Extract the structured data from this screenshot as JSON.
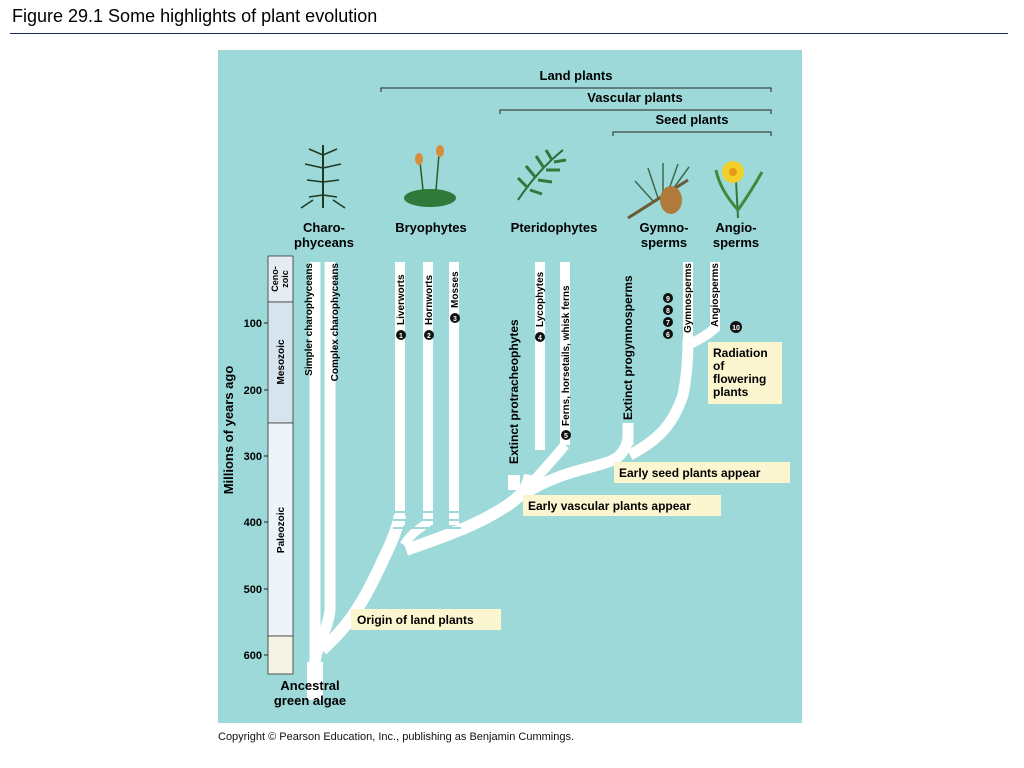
{
  "figure": {
    "title": "Figure 29.1  Some highlights of plant evolution",
    "copyright": "Copyright © Pearson Education, Inc., publishing as Benjamin Cummings."
  },
  "brackets": {
    "land": "Land plants",
    "vascular": "Vascular plants",
    "seed": "Seed plants"
  },
  "groups": [
    {
      "line1": "Charo-",
      "line2": "phyceans"
    },
    {
      "line1": "Bryophytes",
      "line2": ""
    },
    {
      "line1": "Pteridophytes",
      "line2": ""
    },
    {
      "line1": "Gymno-",
      "line2": "sperms"
    },
    {
      "line1": "Angio-",
      "line2": "sperms"
    }
  ],
  "axis": {
    "label": "Millions of years ago",
    "ticks": [
      "100",
      "200",
      "300",
      "400",
      "500",
      "600"
    ],
    "eras": [
      "Ceno-",
      "zoic",
      "Mesozoic",
      "Paleozoic"
    ]
  },
  "lineages": {
    "simpler_charo": "Simpler charophyceans",
    "complex_charo": "Complex charophyceans",
    "liverworts": "Liverworts",
    "hornworts": "Hornworts",
    "mosses": "Mosses",
    "protracheophytes": "Extinct protracheophytes",
    "lycophytes": "Lycophytes",
    "ferns": "Ferns, horsetails, whisk ferns",
    "progymnosperms": "Extinct progymnosperms",
    "gymnosperms": "Gymnosperms",
    "angiosperms": "Angiosperms"
  },
  "markers": {
    "m1": "1",
    "m2": "2",
    "m3": "3",
    "m4": "4",
    "m5": "5",
    "m6": "6",
    "m7": "7",
    "m8": "8",
    "m9": "9",
    "m10": "10"
  },
  "events": {
    "flowering_1": "Radiation",
    "flowering_2": "of",
    "flowering_3": "flowering",
    "flowering_4": "plants",
    "seed": "Early seed plants appear",
    "vascular": "Early vascular plants appear",
    "land": "Origin of land plants"
  },
  "root": {
    "line1": "Ancestral",
    "line2": "green algae"
  },
  "colors": {
    "panel": "#9dd9d8",
    "branch": "#ffffff",
    "label_box": "#fbf6cf",
    "era_cenozoic": "#e6edf2",
    "era_mesozoic": "#d6e4ef",
    "era_paleozoic": "#eef5fa",
    "era_precambrian": "#f5f3e6"
  }
}
